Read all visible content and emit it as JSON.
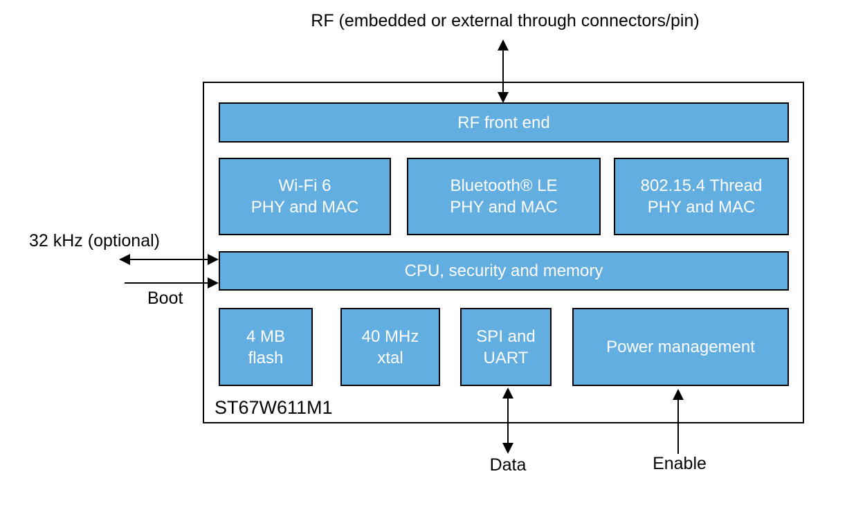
{
  "labels": {
    "rf_top": "RF (embedded or external through connectors/pin)",
    "clock": "32 kHz (optional)",
    "boot": "Boot",
    "data": "Data",
    "enable": "Enable",
    "chip": "ST67W611M1"
  },
  "blocks": {
    "rf_front_end": {
      "label": "RF front end"
    },
    "wifi": {
      "line1": "Wi-Fi 6",
      "line2": "PHY and MAC"
    },
    "bluetooth": {
      "line1": "Bluetooth® LE",
      "line2": "PHY and MAC"
    },
    "thread": {
      "line1": "802.15.4 Thread",
      "line2": "PHY and MAC"
    },
    "cpu": {
      "label": "CPU, security and memory"
    },
    "flash": {
      "line1": "4 MB",
      "line2": "flash"
    },
    "xtal": {
      "line1": "40 MHz",
      "line2": "xtal"
    },
    "spi_uart": {
      "line1": "SPI and",
      "line2": "UART"
    },
    "power": {
      "label": "Power management"
    }
  },
  "colors": {
    "block_fill": "#63AEE0",
    "block_border": "#000000",
    "block_text": "#FFFFFF",
    "outline": "#000000",
    "label_text": "#000000",
    "background": "#FFFFFF"
  }
}
